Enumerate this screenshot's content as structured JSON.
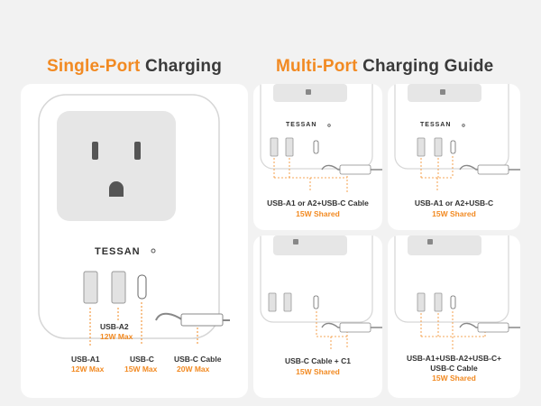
{
  "headings": {
    "single_accent": "Single-Port",
    "single_rest": "Charging",
    "multi_accent": "Multi-Port",
    "multi_rest": "Charging Guide"
  },
  "brand": "TESSAN",
  "single": {
    "usb_a2": "USB-A2",
    "usb_a2_max": "12W Max",
    "usb_a1": "USB-A1",
    "usb_a1_max": "12W Max",
    "usb_c": "USB-C",
    "usb_c_max": "15W Max",
    "usb_c_cable": "USB-C Cable",
    "usb_c_cable_max": "20W Max"
  },
  "multi": [
    {
      "label": "USB-A1 or A2+USB-C Cable",
      "power": "15W Shared"
    },
    {
      "label": "USB-A1 or A2+USB-C",
      "power": "15W Shared"
    },
    {
      "label": "USB-C Cable + C1",
      "power": "15W Shared"
    },
    {
      "label_line1": "USB-A1+USB-A2+USB-C+",
      "label_line2": "USB-C Cable",
      "power": "15W Shared"
    }
  ],
  "colors": {
    "accent": "#f28a22",
    "dark_text": "#3a3a3a",
    "device_outline": "#d6d6d6",
    "socket_face": "#e6e6e6"
  }
}
